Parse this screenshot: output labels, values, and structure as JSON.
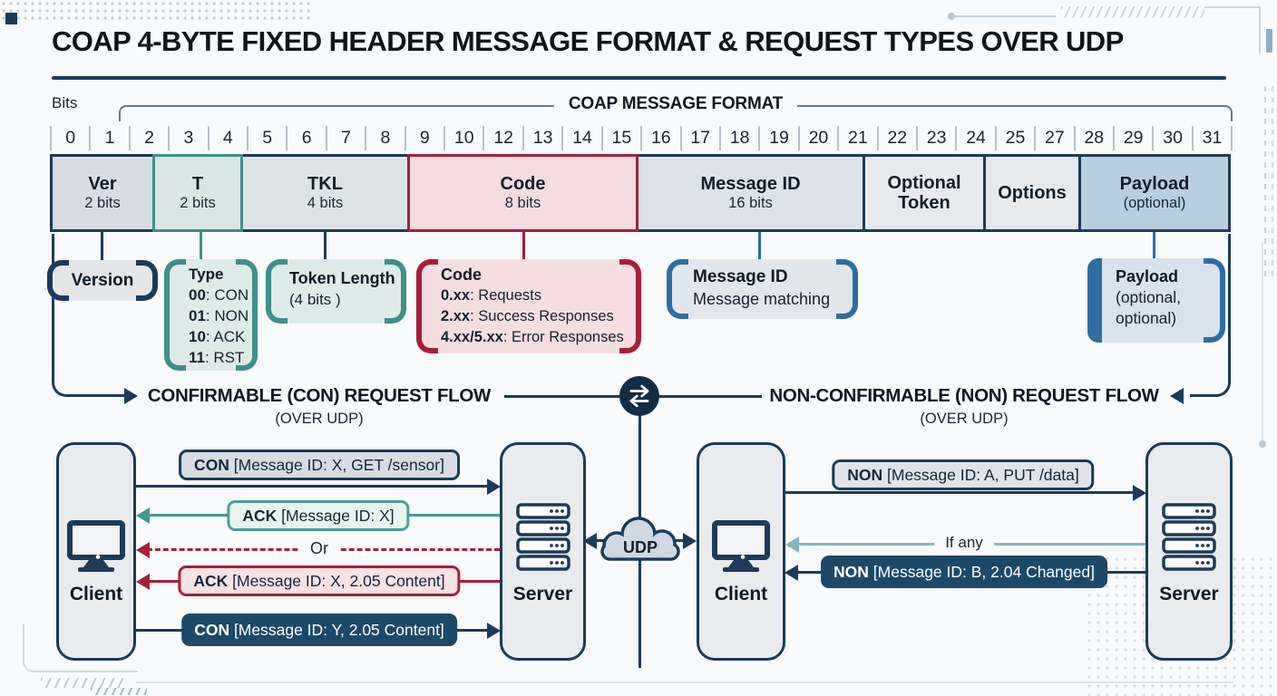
{
  "palette": {
    "navy": "#1d3a5a",
    "navy_dark": "#132c49",
    "teal": "#3f9a94",
    "crimson": "#a81e3c",
    "blue": "#2d6da3",
    "dark_pill": "#1d4968"
  },
  "title": "COAP 4-BYTE FIXED HEADER MESSAGE FORMAT & REQUEST TYPES OVER UDP",
  "format": {
    "bits_label": "Bits",
    "bracket_label": "COAP MESSAGE FORMAT",
    "bits": [
      "0",
      "1",
      "2",
      "3",
      "4",
      "5",
      "6",
      "7",
      "8",
      "9",
      "10",
      "12",
      "13",
      "14",
      "15",
      "16",
      "17",
      "18",
      "19",
      "20",
      "21",
      "22",
      "23",
      "24",
      "25",
      "27",
      "28",
      "29",
      "30",
      "31"
    ],
    "fields": [
      {
        "name": "Ver",
        "sub": "2 bits"
      },
      {
        "name": "T",
        "sub": "2 bits"
      },
      {
        "name": "TKL",
        "sub": "4 bits"
      },
      {
        "name": "Code",
        "sub": "8 bits"
      },
      {
        "name": "Message ID",
        "sub": "16 bits"
      },
      {
        "name": "Optional Token",
        "sub": ""
      },
      {
        "name": "Options",
        "sub": ""
      },
      {
        "name": "Payload",
        "sub": "(optional)"
      }
    ],
    "callouts": {
      "version": {
        "title": "Version"
      },
      "type": {
        "title": "Type",
        "lines": [
          {
            "b": "00",
            "r": ": CON"
          },
          {
            "b": "01",
            "r": ": NON"
          },
          {
            "b": "10",
            "r": ": ACK"
          },
          {
            "b": "11",
            "r": ": RST"
          }
        ]
      },
      "token_length": {
        "title": "Token Length",
        "line": "(4 bits )"
      },
      "code": {
        "title": "Code",
        "lines": [
          {
            "b": "0.xx",
            "r": ": Requests"
          },
          {
            "b": "2.xx",
            "r": ": Success Responses"
          },
          {
            "b": "4.xx/5.xx",
            "r": ": Error Responses"
          }
        ]
      },
      "message_id": {
        "title": "Message ID",
        "line": "Message matching"
      },
      "payload": {
        "title": "Payload",
        "line1": "(optional,",
        "line2": "optional)"
      }
    }
  },
  "flows": {
    "left": {
      "title": "CONFIRMABLE (CON) REQUEST FLOW",
      "subtitle": "(OVER UDP)",
      "client_label": "Client",
      "server_label": "Server",
      "messages": [
        {
          "tag": "CON",
          "rest": " [Message ID: X, GET /sensor]"
        },
        {
          "tag": "ACK",
          "rest": " [Message ID: X]"
        },
        {
          "label": "Or"
        },
        {
          "tag": "ACK",
          "rest": " [Message ID: X, 2.05 Content]"
        },
        {
          "tag": "CON",
          "rest": " [Message ID: Y, 2.05 Content]"
        }
      ]
    },
    "right": {
      "title": "NON-CONFIRMABLE (NON) REQUEST FLOW",
      "subtitle": "(OVER UDP)",
      "client_label": "Client",
      "server_label": "Server",
      "messages": [
        {
          "tag": "NON",
          "rest": " [Message ID: A, PUT /data]"
        },
        {
          "label": "If any"
        },
        {
          "tag": "NON",
          "rest": " [Message ID: B, 2.04 Changed]"
        }
      ]
    },
    "middle": {
      "udp_label": "UDP"
    }
  }
}
